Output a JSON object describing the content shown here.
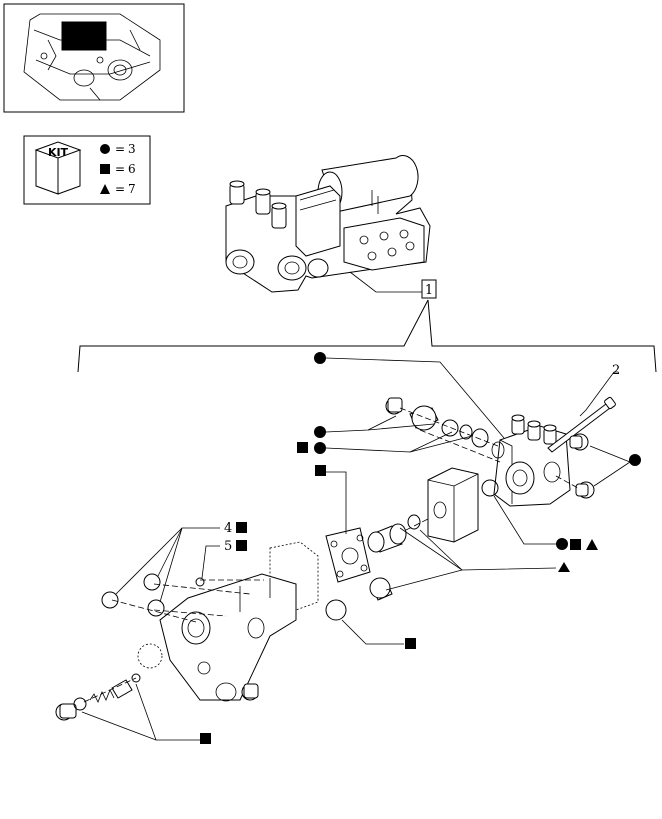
{
  "kit_box": {
    "kit_label": "KIT",
    "legend": [
      {
        "symbol": "circle",
        "equals": "=",
        "number": "3"
      },
      {
        "symbol": "square",
        "equals": "=",
        "number": "6"
      },
      {
        "symbol": "triangle",
        "equals": "=",
        "number": "7"
      }
    ]
  },
  "callouts": {
    "item_1": "1",
    "item_2": "2",
    "item_4": "4",
    "item_5": "5"
  },
  "colors": {
    "ink": "#000000",
    "paper": "#ffffff"
  }
}
